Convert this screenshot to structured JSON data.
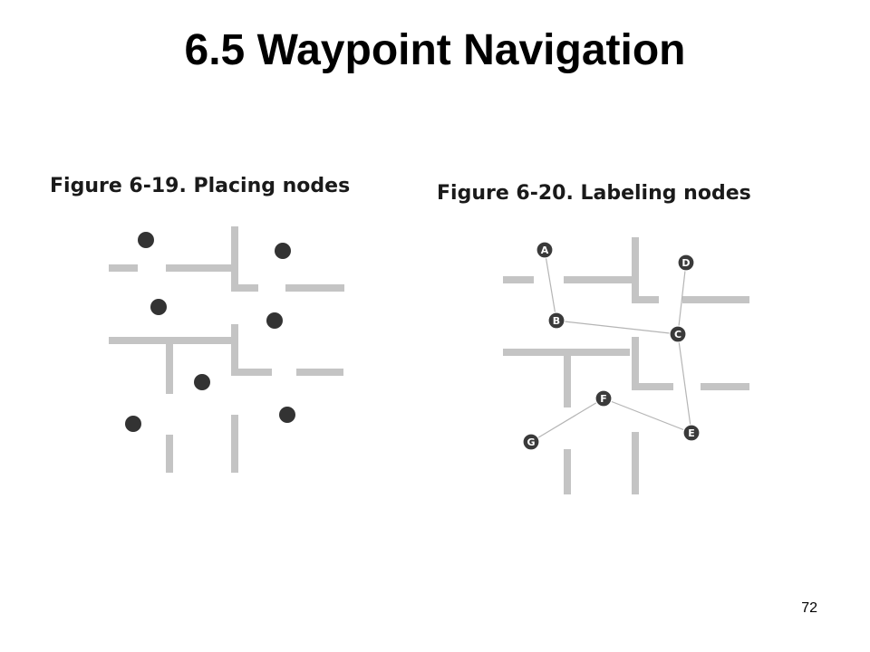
{
  "slide": {
    "title": "6.5 Waypoint Navigation",
    "page_number": "72"
  },
  "figures": [
    {
      "caption": "Figure 6-19. Placing nodes"
    },
    {
      "caption": "Figure 6-20. Labeling nodes"
    }
  ],
  "nodes": [
    "A",
    "B",
    "C",
    "D",
    "E",
    "F",
    "G"
  ],
  "edges": [
    [
      "A",
      "B"
    ],
    [
      "B",
      "C"
    ],
    [
      "C",
      "D"
    ],
    [
      "C",
      "E"
    ],
    [
      "E",
      "F"
    ],
    [
      "F",
      "G"
    ]
  ],
  "colors": {
    "wall": "#c4c4c4",
    "node": "#333333",
    "edge": "#b5b5b5"
  }
}
